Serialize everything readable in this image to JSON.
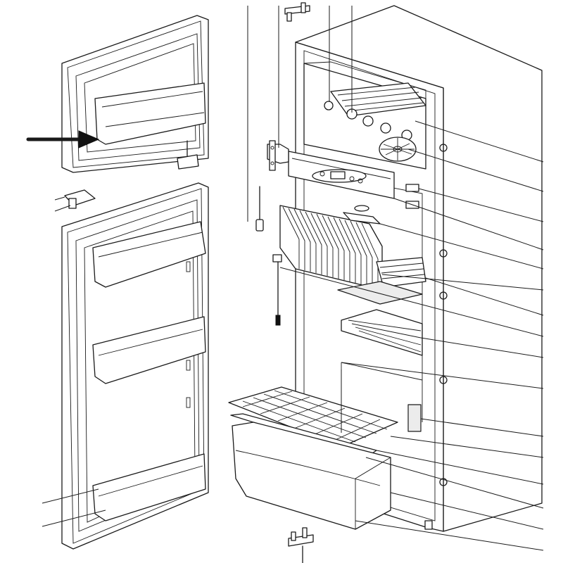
{
  "diagram": {
    "type": "exploded-view",
    "style": "black line art on white, no printed labels",
    "colors": {
      "line": "#1a1a1a",
      "background": "#ffffff",
      "shade": "#ececec"
    },
    "parts": [
      "freezer-door",
      "freezer-door-shelf",
      "freezer-door-latch",
      "hinge-bracket",
      "fridge-door",
      "door-bins",
      "cabinet",
      "cooling-fins",
      "control-panel",
      "freezer-shelf",
      "fan",
      "sensor-probe",
      "wire-shelf",
      "glass-shelf",
      "vegetable-crisper",
      "crisper-cover",
      "bottom-hinge",
      "leader-lines"
    ],
    "callout_arrow": "points-at-freezer-door-shelf",
    "leader_line_count": 22
  }
}
